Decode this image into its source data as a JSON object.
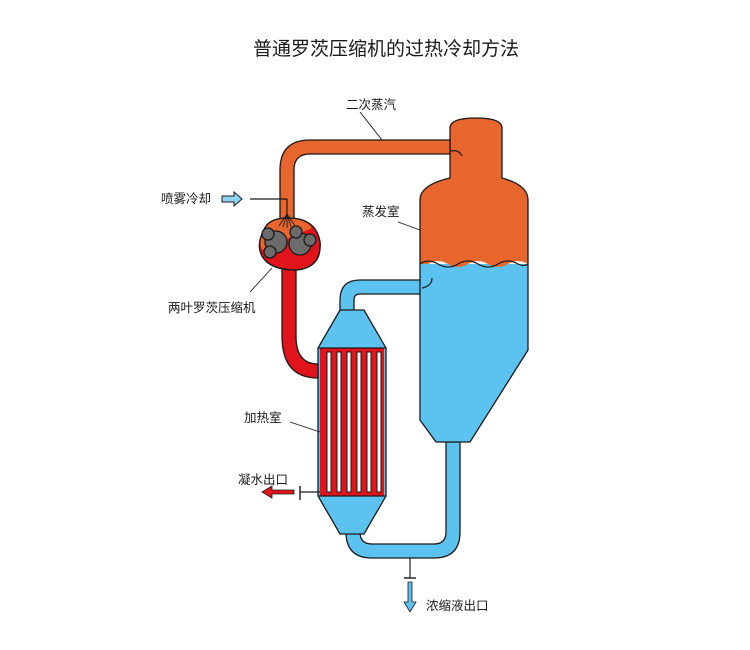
{
  "title": "普通罗茨压缩机的过热冷却方法",
  "labels": {
    "secondary_steam": "二次蒸汽",
    "spray_cooling": "喷雾冷却",
    "evaporator": "蒸发室",
    "roots_compressor": "两叶罗茨压缩机",
    "heating_chamber": "加热室",
    "condensate_outlet": "凝水出口",
    "concentrate_outlet": "浓缩液出口"
  },
  "colors": {
    "steam": "#e8662e",
    "superheated": "#e1141c",
    "liquid": "#5cc3f0",
    "compressor": "#6b6b6b",
    "arrow_spray": "#8fd3f2",
    "arrow_condensate": "#e1141c"
  }
}
